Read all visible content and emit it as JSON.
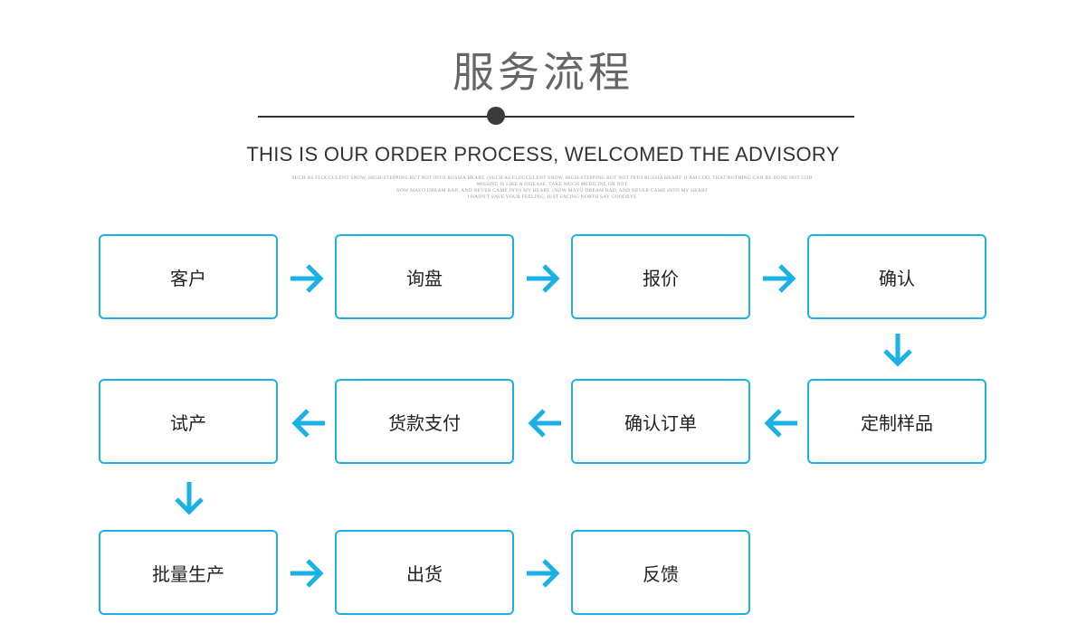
{
  "header": {
    "title": "服务流程",
    "subtitle": "THIS IS OUR ORDER PROCESS, WELCOMED THE ADVISORY",
    "small_lines": [
      "SUCH AS FLOCCULENT SNOW, HIGH-STEPPING BUT NOT INTO RUSSIA HEART. (SUCH AS FLOCCULENT SNOW, HIGH-STEPPING BUT NOT INTO RUSSIA HEART. (I AM COD, THAT NOTHING CAN BE DONE NOT COD",
      "MISSING IS LIKE A DISEASE, TAKE MUCH MEDICINE OR NOT",
      "NOW MAYO DREAM BAD, AND NEVER CAME INTO MY HEART. (NOW MAYO DREAM BAD, AND NEVER CAME INTO MY HEART",
      "I HADN'T SAVE YOUR FEELING, JUST FACING NORTH SAY GOODBYE"
    ]
  },
  "colors": {
    "accent": "#1ab1e6",
    "title": "#666666",
    "text": "#222222"
  },
  "steps": [
    "客户",
    "询盘",
    "报价",
    "确认",
    "定制样品",
    "确认订单",
    "货款支付",
    "试产",
    "批量生产",
    "出货",
    "反馈"
  ],
  "arrow_icons": [
    "arrow-right-icon",
    "arrow-down-icon",
    "arrow-left-icon"
  ]
}
